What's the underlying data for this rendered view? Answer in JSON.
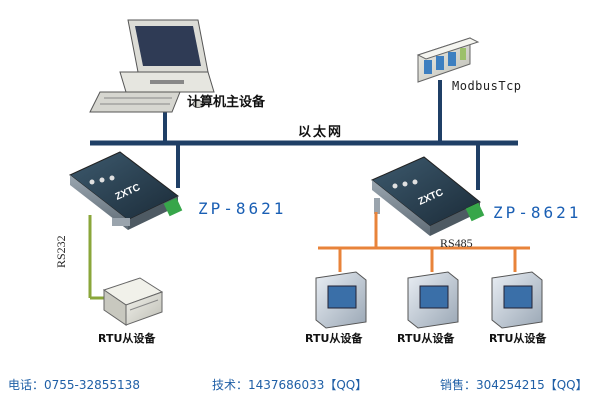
{
  "diagram": {
    "pc_label": "计算机主设备",
    "ethernet_label": "以太网",
    "modbus_label": "ModbusTcp",
    "gateway_left_label": "ZP-8621",
    "gateway_right_label": "ZP-8621",
    "gateway_brand": "ZXTC",
    "rs232_label": "RS232",
    "rs485_label": "RS485",
    "rtu_labels": [
      "RTU从设备",
      "RTU从设备",
      "RTU从设备",
      "RTU从设备"
    ]
  },
  "footer": {
    "phone": "电话：0755-32855138",
    "tech": "技术：1437686033【QQ】",
    "sales": "销售：304254215【QQ】"
  },
  "colors": {
    "ethernet": "#1f3f66",
    "rs485": "#e8833a",
    "rs232": "#8aa63a",
    "link_text": "#1f5fa6",
    "model_text": "#1a5fb4"
  }
}
